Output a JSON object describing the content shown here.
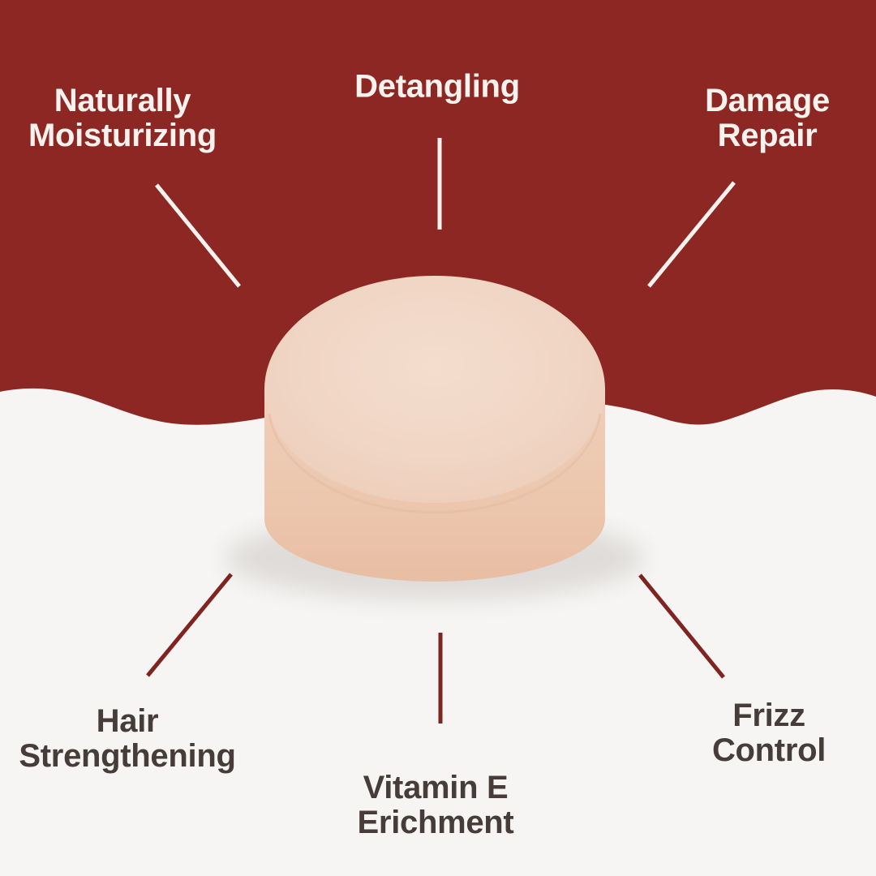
{
  "palette": {
    "background_top": "#8d2723",
    "background_bottom": "#f6f5f3",
    "label_light_text": "#f8f2ee",
    "label_dark_text": "#463c3a",
    "connector_light": "#f8f2ee",
    "connector_dark": "#7f2420",
    "bar_top_face": "#f1d8c8",
    "bar_side_face": "#ecc7af"
  },
  "product": {
    "name": "round peach conditioner / shampoo bar"
  },
  "features": [
    {
      "id": "naturally-moisturizing",
      "lines": [
        "Naturally",
        "Moisturizing"
      ]
    },
    {
      "id": "detangling",
      "lines": [
        "Detangling"
      ]
    },
    {
      "id": "damage-repair",
      "lines": [
        "Damage",
        "Repair"
      ]
    },
    {
      "id": "hair-strengthening",
      "lines": [
        "Hair",
        "Strengthening"
      ]
    },
    {
      "id": "vitamin-e-erichment",
      "lines": [
        "Vitamin E",
        "Erichment"
      ]
    },
    {
      "id": "frizz-control",
      "lines": [
        "Frizz",
        "Control"
      ]
    }
  ]
}
